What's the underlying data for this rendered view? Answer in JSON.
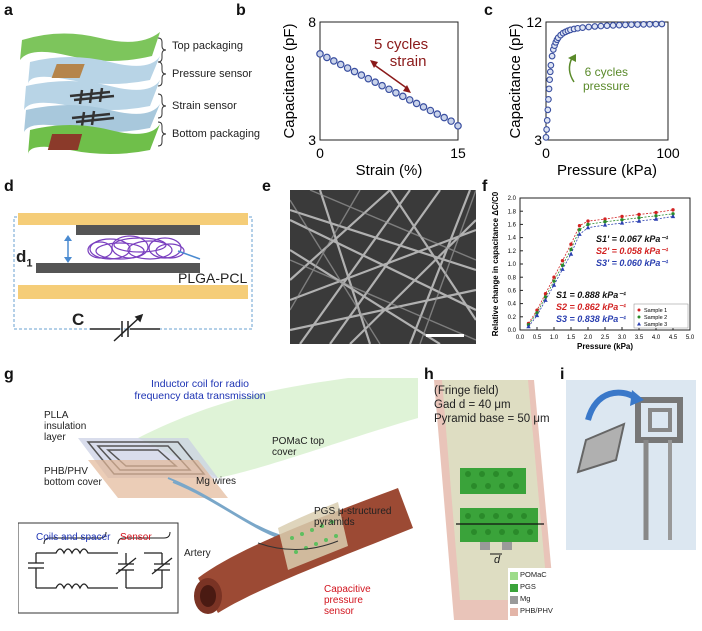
{
  "panels": {
    "a": {
      "letter": "a",
      "layers": [
        "Top packaging",
        "Pressure sensor",
        "Strain sensor",
        "Bottom packaging"
      ],
      "colors": {
        "green": "#6fbf4a",
        "blue": "#b8d4e6",
        "brown": "#b5854b"
      }
    },
    "b": {
      "letter": "b",
      "annotation": [
        "5 cycles",
        "strain"
      ],
      "annotation_color": "#8b1a1a"
    },
    "c": {
      "letter": "c",
      "annotation": [
        "6 cycles",
        "pressure"
      ],
      "annotation_color": "#5a8a2a"
    },
    "d": {
      "letter": "d",
      "d_label": "d",
      "d_sub": "1",
      "material_label": "PLGA-PCL",
      "c_label": "C"
    },
    "e": {
      "letter": "e"
    },
    "f": {
      "letter": "f"
    },
    "g": {
      "letter": "g",
      "labels": {
        "coil_title": "Inductor coil for radio frequency data transmission",
        "plla": "PLLA insulation layer",
        "phb": "PHB/PHV bottom cover",
        "mg": "Mg wires",
        "pomac": "POMaC top cover",
        "pgs": "PGS μ-structured pyramids",
        "artery": "Artery",
        "cap": "Capacitive pressure sensor",
        "coils_spacer": "Coils and spacer",
        "sensor": "Sensor"
      }
    },
    "h": {
      "letter": "h",
      "lines": [
        "(Fringe field)",
        "Gad d = 40 μm",
        "Pyramid base = 50 μm"
      ],
      "d_label": "d",
      "legend": [
        {
          "label": "POMaC",
          "color": "#9ddc8a"
        },
        {
          "label": "PGS",
          "color": "#3aa33a"
        },
        {
          "label": "Mg",
          "color": "#9a9a9a"
        },
        {
          "label": "PHB/PHV",
          "color": "#e3b5a8"
        }
      ]
    },
    "i": {
      "letter": "i"
    }
  },
  "chart_data": [
    {
      "type": "scatter",
      "xlabel": "Strain (%)",
      "ylabel": "Capacitance (pF)",
      "xlim": [
        0,
        15
      ],
      "ylim": [
        3,
        8
      ],
      "xticks": [
        "0",
        "15"
      ],
      "yticks": [
        "3",
        "8"
      ],
      "x": [
        0,
        0.75,
        1.5,
        2.25,
        3,
        3.75,
        4.5,
        5.25,
        6,
        6.75,
        7.5,
        8.25,
        9,
        9.75,
        10.5,
        11.25,
        12,
        12.75,
        13.5,
        14.25,
        15
      ],
      "values": [
        6.65,
        6.5,
        6.35,
        6.2,
        6.05,
        5.9,
        5.75,
        5.6,
        5.45,
        5.3,
        5.15,
        5.0,
        4.85,
        4.7,
        4.55,
        4.4,
        4.25,
        4.1,
        3.95,
        3.8,
        3.6
      ]
    },
    {
      "type": "scatter",
      "xlabel": "Pressure (kPa)",
      "ylabel": "Capacitance (pF)",
      "xlim": [
        0,
        100
      ],
      "ylim": [
        3,
        12
      ],
      "xticks": [
        "0",
        "100"
      ],
      "yticks": [
        "3",
        "12"
      ],
      "x": [
        0,
        0.5,
        1,
        1.5,
        2,
        2.5,
        3,
        3.5,
        4,
        5,
        6,
        7,
        8,
        9,
        10,
        12,
        14,
        16,
        18,
        20,
        23,
        26,
        30,
        35,
        40,
        45,
        50,
        55,
        60,
        65,
        70,
        75,
        80,
        85,
        90,
        95
      ],
      "values": [
        3.2,
        3.8,
        4.5,
        5.3,
        6.1,
        6.9,
        7.6,
        8.2,
        8.7,
        9.4,
        9.9,
        10.2,
        10.45,
        10.65,
        10.8,
        11.0,
        11.15,
        11.25,
        11.33,
        11.4,
        11.47,
        11.52,
        11.57,
        11.62,
        11.66,
        11.69,
        11.72,
        11.74,
        11.76,
        11.78,
        11.8,
        11.81,
        11.82,
        11.83,
        11.84,
        11.85
      ]
    },
    {
      "type": "scatter",
      "xlabel": "Pressure (kPa)",
      "ylabel": "Relative change in capacitance ΔC/C0",
      "xlim": [
        0,
        5
      ],
      "ylim": [
        0,
        2
      ],
      "xticks": [
        "0.0",
        "0.5",
        "1.0",
        "1.5",
        "2.0",
        "2.5",
        "3.0",
        "3.5",
        "4.0",
        "4.5",
        "5.0"
      ],
      "yticks": [
        "0.0",
        "0.2",
        "0.4",
        "0.6",
        "0.8",
        "1.0",
        "1.2",
        "1.4",
        "1.6",
        "1.8",
        "2.0"
      ],
      "legend_position": "bottom-right",
      "x": [
        0.25,
        0.5,
        0.75,
        1.0,
        1.25,
        1.5,
        1.75,
        2.0,
        2.5,
        3.0,
        3.5,
        4.0,
        4.5
      ],
      "series": [
        {
          "name": "Sample 1",
          "color": "#d22222",
          "values": [
            0.1,
            0.3,
            0.55,
            0.8,
            1.05,
            1.3,
            1.58,
            1.65,
            1.68,
            1.72,
            1.75,
            1.78,
            1.82
          ]
        },
        {
          "name": "Sample 2",
          "color": "#2a8a2a",
          "values": [
            0.08,
            0.26,
            0.5,
            0.74,
            0.98,
            1.22,
            1.52,
            1.6,
            1.64,
            1.67,
            1.7,
            1.73,
            1.76
          ]
        },
        {
          "name": "Sample 3",
          "color": "#2a3fb0",
          "values": [
            0.05,
            0.22,
            0.45,
            0.68,
            0.92,
            1.15,
            1.45,
            1.55,
            1.59,
            1.62,
            1.65,
            1.68,
            1.72
          ]
        }
      ],
      "annotations": [
        {
          "text": "S1' = 0.067 kPa⁻¹",
          "color": "#111111"
        },
        {
          "text": "S2' = 0.058 kPa⁻¹",
          "color": "#d22222"
        },
        {
          "text": "S3' = 0.060 kPa⁻¹",
          "color": "#2a3fb0"
        },
        {
          "text": "S1 = 0.888 kPa⁻¹",
          "color": "#111111"
        },
        {
          "text": "S2 = 0.862 kPa⁻¹",
          "color": "#d22222"
        },
        {
          "text": "S3 = 0.838 kPa⁻¹",
          "color": "#2a3fb0"
        }
      ]
    }
  ]
}
